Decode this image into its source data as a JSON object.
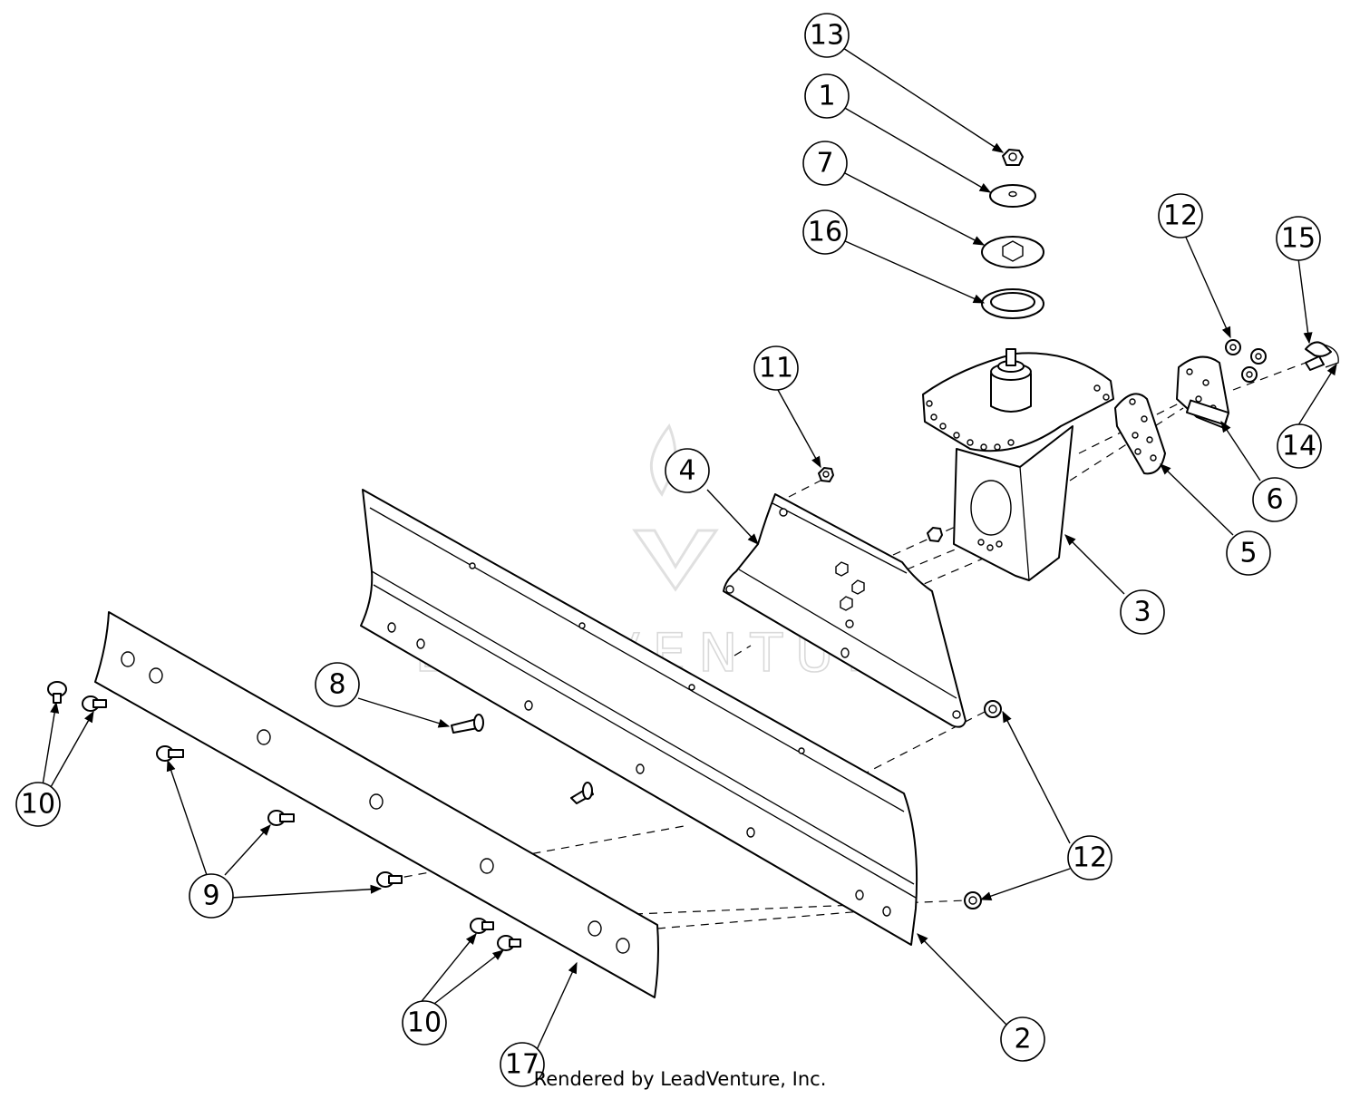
{
  "watermark": "LEADVENTURE",
  "footer": "Rendered by LeadVenture, Inc.",
  "callouts": [
    {
      "id": "c13",
      "label": "13"
    },
    {
      "id": "c1",
      "label": "1"
    },
    {
      "id": "c7",
      "label": "7"
    },
    {
      "id": "c16",
      "label": "16"
    },
    {
      "id": "c12a",
      "label": "12"
    },
    {
      "id": "c15",
      "label": "15"
    },
    {
      "id": "c14",
      "label": "14"
    },
    {
      "id": "c11",
      "label": "11"
    },
    {
      "id": "c4",
      "label": "4"
    },
    {
      "id": "c6",
      "label": "6"
    },
    {
      "id": "c5",
      "label": "5"
    },
    {
      "id": "c3",
      "label": "3"
    },
    {
      "id": "c8",
      "label": "8"
    },
    {
      "id": "c10a",
      "label": "10"
    },
    {
      "id": "c12b",
      "label": "12"
    },
    {
      "id": "c9",
      "label": "9"
    },
    {
      "id": "c10b",
      "label": "10"
    },
    {
      "id": "c2",
      "label": "2"
    },
    {
      "id": "c17",
      "label": "17"
    }
  ]
}
